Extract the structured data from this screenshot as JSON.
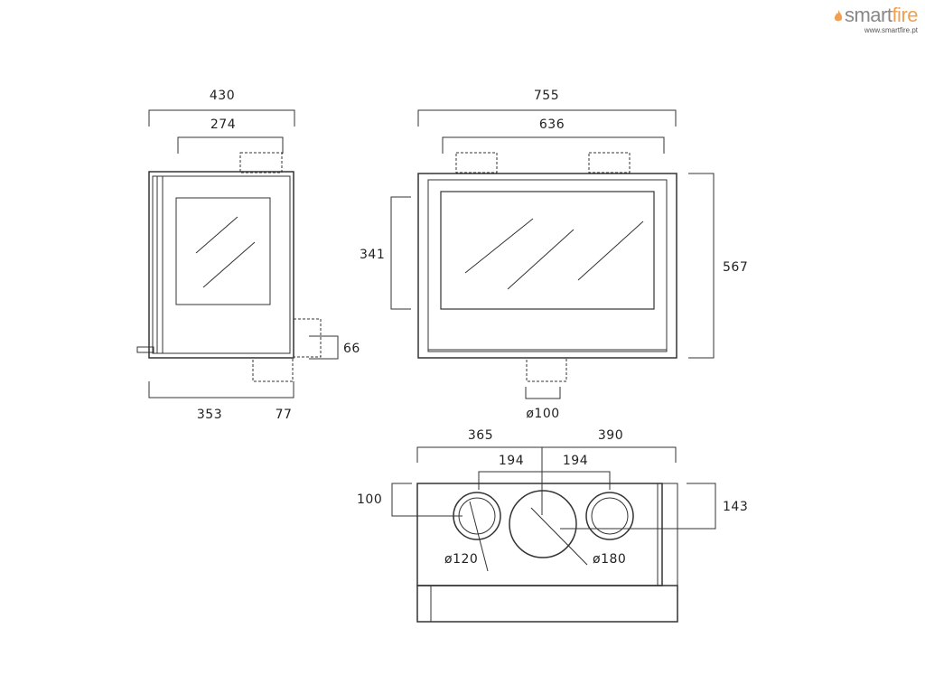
{
  "brand": {
    "name_part1": "smart",
    "name_part2": "fire",
    "url": "www.smartfire.pt",
    "accent_color": "#f0a050",
    "logo_icon": "flame-icon"
  },
  "side_view": {
    "width_total": "430",
    "width_top_outlet": "274",
    "depth_body": "353",
    "depth_rear": "77",
    "rear_inlet_height": "66"
  },
  "front_view": {
    "width_total": "755",
    "width_top_outlets": "636",
    "glass_height": "341",
    "total_height": "567",
    "bottom_inlet_diameter": "ø100"
  },
  "top_view": {
    "left_span": "365",
    "right_span": "390",
    "offset_left": "194",
    "offset_right": "194",
    "depth_to_outlets": "100",
    "rear_offset": "143",
    "small_outlet_diameter": "ø120",
    "main_flue_diameter": "ø180"
  }
}
